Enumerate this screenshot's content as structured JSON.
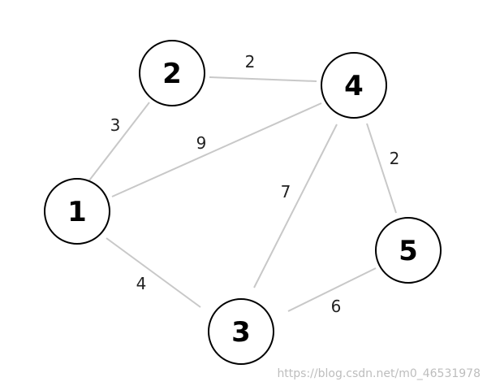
{
  "graph": {
    "nodes": [
      {
        "id": "1",
        "label": "1"
      },
      {
        "id": "2",
        "label": "2"
      },
      {
        "id": "3",
        "label": "3"
      },
      {
        "id": "4",
        "label": "4"
      },
      {
        "id": "5",
        "label": "5"
      }
    ],
    "edges": [
      {
        "from": "1",
        "to": "2",
        "weight": "3"
      },
      {
        "from": "2",
        "to": "4",
        "weight": "2"
      },
      {
        "from": "1",
        "to": "4",
        "weight": "9"
      },
      {
        "from": "1",
        "to": "3",
        "weight": "4"
      },
      {
        "from": "3",
        "to": "4",
        "weight": "7"
      },
      {
        "from": "4",
        "to": "5",
        "weight": "2"
      },
      {
        "from": "3",
        "to": "5",
        "weight": "6"
      }
    ],
    "colors": {
      "edge": "#c8c8c8",
      "node_stroke": "#000000",
      "node_fill": "#ffffff",
      "label": "#000000"
    }
  },
  "watermark": "https://blog.csdn.net/m0_46531978"
}
